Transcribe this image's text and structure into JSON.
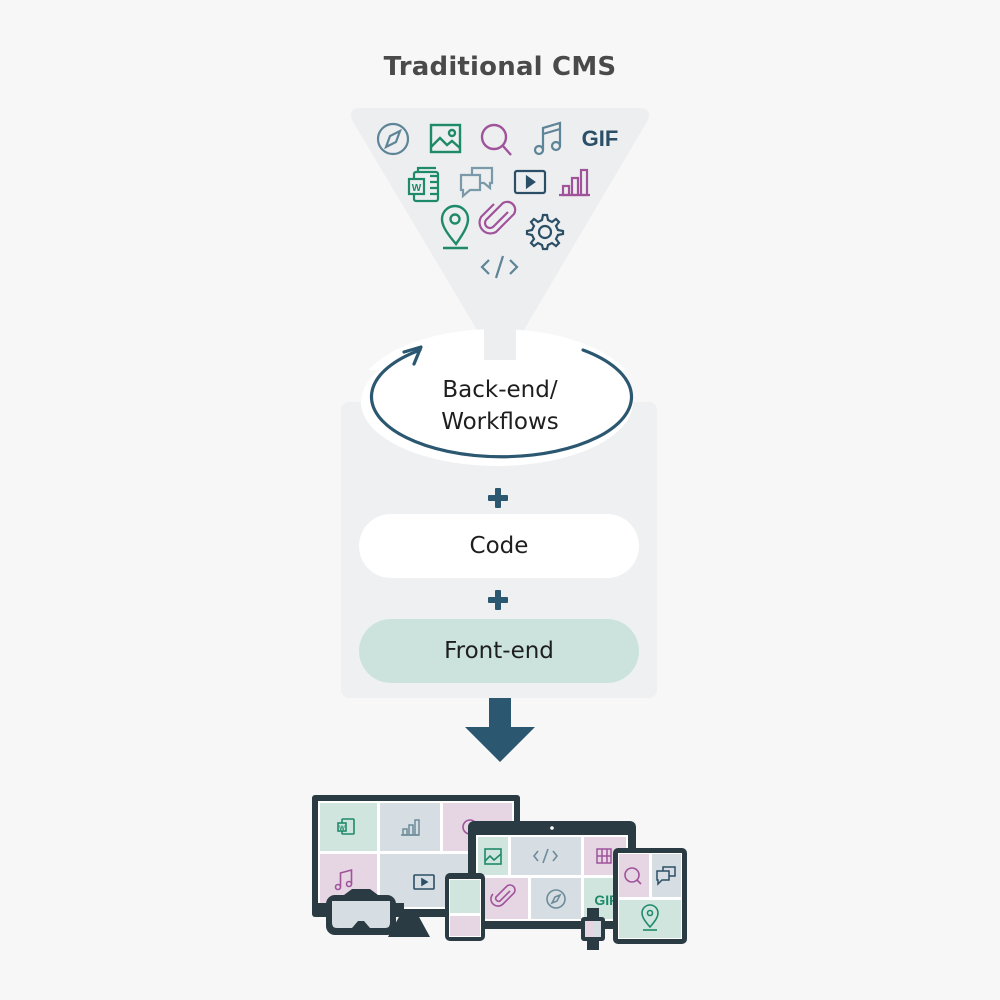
{
  "title": "Traditional CMS",
  "funnel": {
    "icons": [
      {
        "name": "compass-icon",
        "color": "#5d8497"
      },
      {
        "name": "image-icon",
        "color": "#1f8a6a"
      },
      {
        "name": "search-icon",
        "color": "#a0539b"
      },
      {
        "name": "music-icon",
        "color": "#5d8497"
      },
      {
        "name": "gif-icon",
        "label": "GIF",
        "color": "#2b4f66"
      },
      {
        "name": "word-doc-icon",
        "label": "W",
        "color": "#1f8a6a"
      },
      {
        "name": "chat-icon",
        "color": "#7a9aaa"
      },
      {
        "name": "video-icon",
        "color": "#2b4f66"
      },
      {
        "name": "bar-chart-icon",
        "color": "#a0539b"
      },
      {
        "name": "location-pin-icon",
        "color": "#1f8a6a"
      },
      {
        "name": "paperclip-icon",
        "color": "#a0539b"
      },
      {
        "name": "gear-icon",
        "color": "#2b4f66"
      },
      {
        "name": "code-icon",
        "color": "#5d8497"
      }
    ]
  },
  "stack": {
    "backend_line1": "Back-end/",
    "backend_line2": "Workflows",
    "code": "Code",
    "frontend": "Front-end"
  },
  "devices": {
    "gif_label": "GIF",
    "word_label": "W"
  },
  "colors": {
    "dark_blue": "#2b5771",
    "teal": "#1f8a6a",
    "purple": "#a0539b",
    "mint_tile": "#cfe5dd",
    "gray_tile": "#d6dee3",
    "pink_tile": "#e6d6e4",
    "device_frame": "#2a3b44"
  }
}
